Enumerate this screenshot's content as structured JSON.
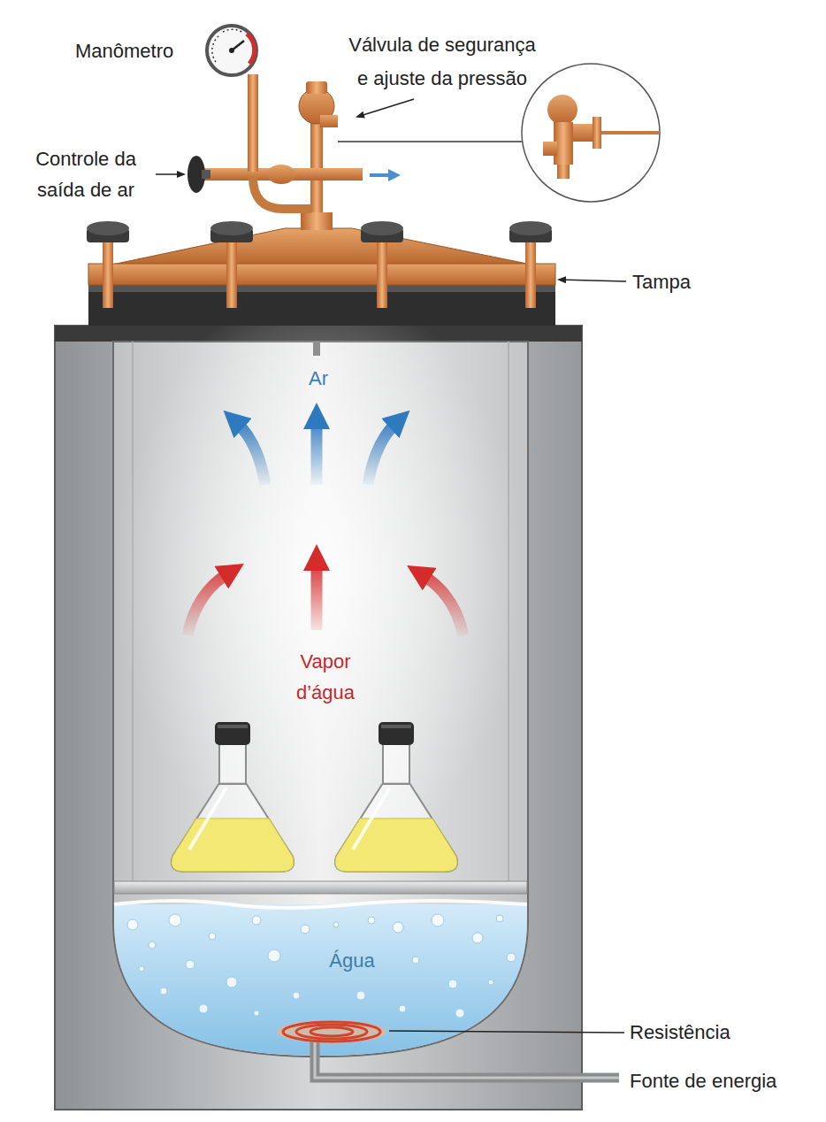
{
  "diagram": {
    "labels": [
      "Manômetro",
      "Válvula de segurança e ajuste da pressão",
      "Controle da saída de ar",
      "Tampa",
      "Ar",
      "Vapor d’água",
      "Água",
      "Resistência",
      "Fonte de energia"
    ]
  }
}
